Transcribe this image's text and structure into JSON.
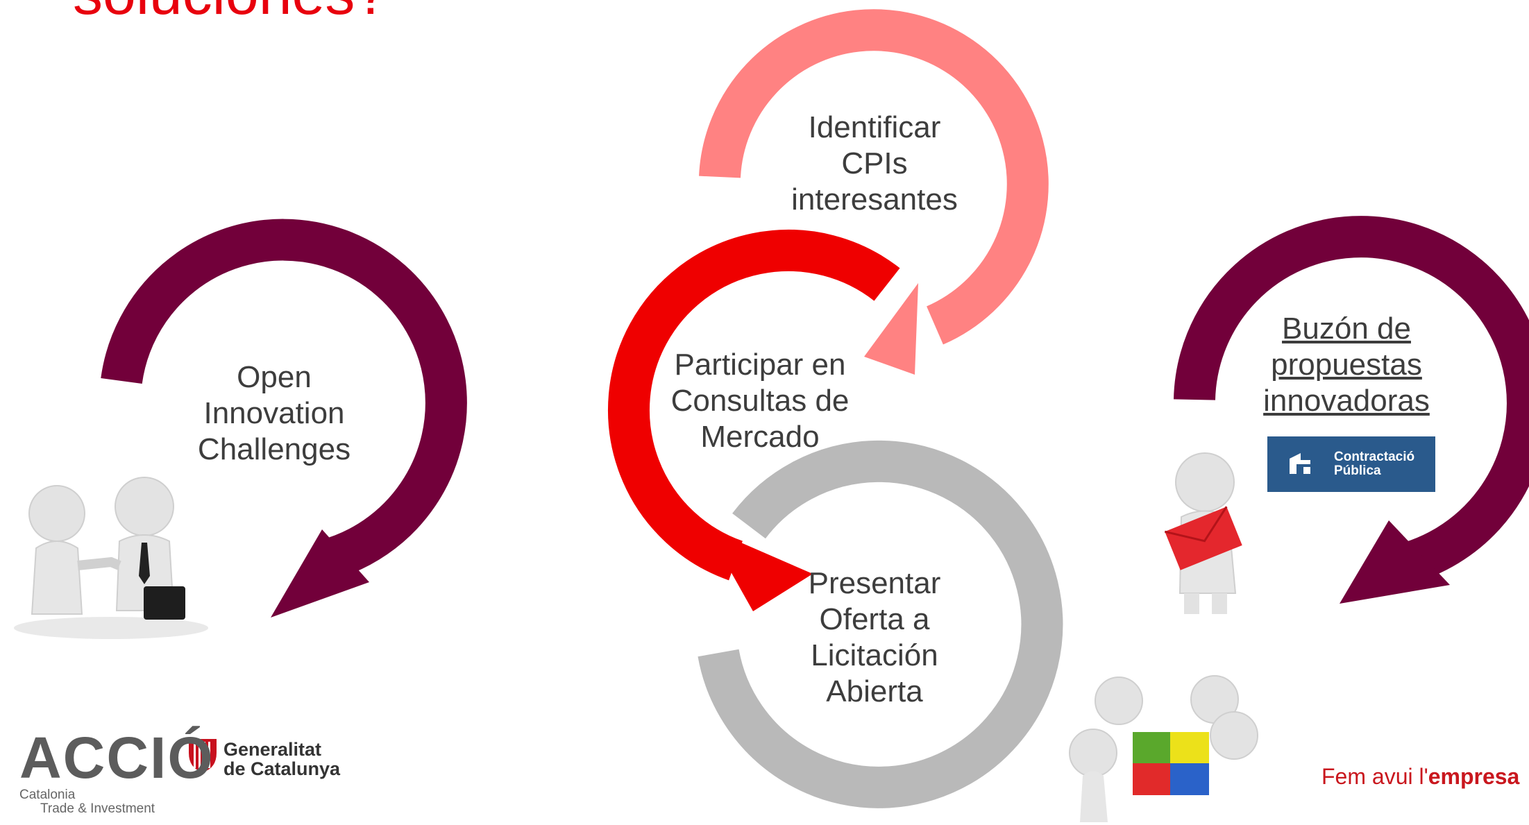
{
  "title": "soluciones?",
  "colors": {
    "maroon": "#72003a",
    "pink": "#ff8282",
    "red": "#ef0000",
    "gray": "#b9b9b9",
    "title_red": "#e8000d",
    "footer_red": "#c9171e"
  },
  "cycles": {
    "open_innovation": [
      "Open",
      "Innovation",
      "Challenges"
    ],
    "identificar": [
      "Identificar",
      "CPIs",
      "interesantes"
    ],
    "participar": [
      "Participar en",
      "Consultas de",
      "Mercado"
    ],
    "presentar": [
      "Presentar",
      "Oferta a",
      "Licitación",
      "Abierta"
    ],
    "buzon": [
      "Buzón de",
      "propuestas",
      "innovadoras"
    ]
  },
  "contractacio": {
    "line1": "Contractació",
    "line2": "Pública"
  },
  "logos": {
    "accio": "ACCIÓ",
    "accio_sub1": "Catalonia",
    "accio_sub2": "Trade & Investment",
    "generalitat_1": "Generalitat",
    "generalitat_2": "de Catalunya"
  },
  "footer": {
    "prefix": "Fem avui l'",
    "bold": "empresa"
  }
}
